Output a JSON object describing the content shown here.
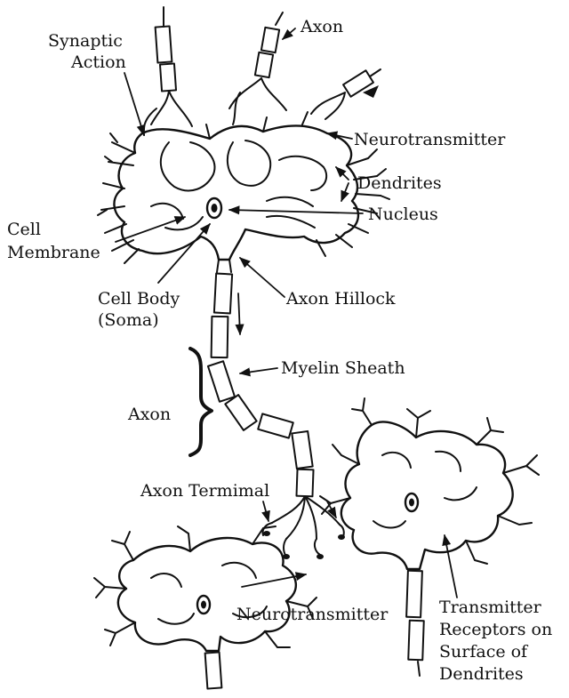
{
  "labels": {
    "synaptic_action": [
      "Synaptic",
      "Action"
    ],
    "axon_top": "Axon",
    "neurotransmitter_top": "Neurotransmitter",
    "dendrites": "Dendrites",
    "nucleus": "Nucleus",
    "cell_membrane": [
      "Cell",
      "Membrane"
    ],
    "cell_body": [
      "Cell Body",
      "(Soma)"
    ],
    "axon_hillock": "Axon Hillock",
    "myelin_sheath": "Myelin Sheath",
    "axon_brace": "Axon",
    "axon_terminal": "Axon Termimal",
    "neurotransmitter_bottom": "Neurotransmitter",
    "transmitter_receptors": [
      "Transmitter",
      "Receptors on",
      "Surface of",
      "Dendrites"
    ]
  },
  "colors": {
    "ink": "#111111",
    "background": "#ffffff"
  }
}
